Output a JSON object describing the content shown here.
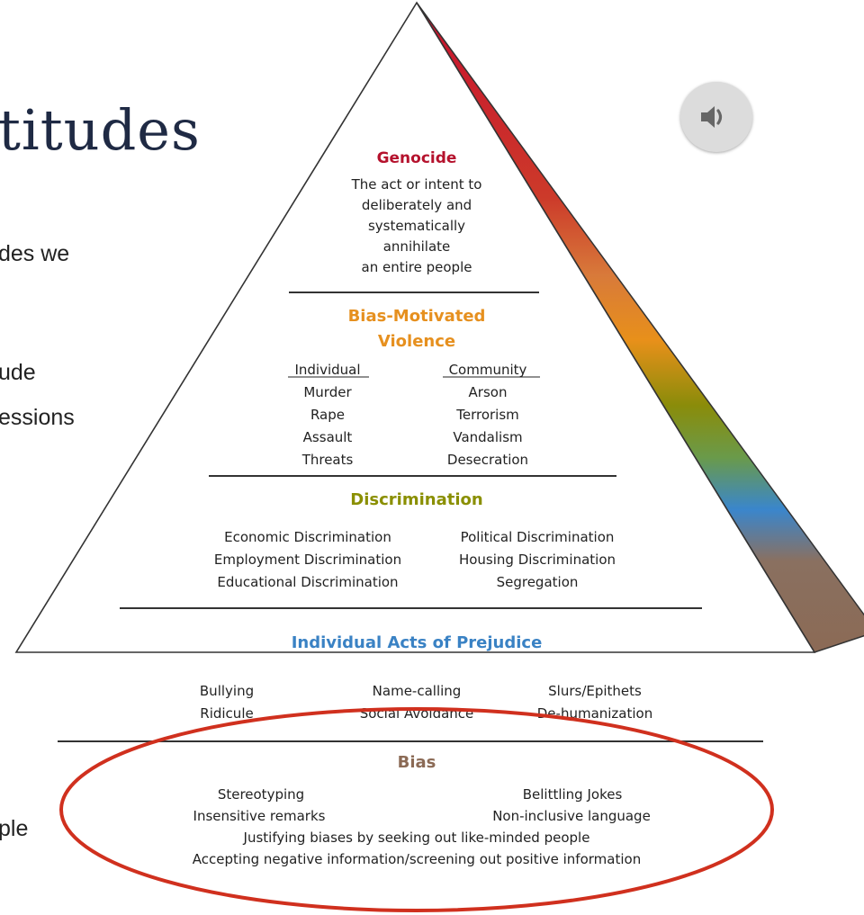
{
  "slide": {
    "title_fragment": "titudes",
    "text_fragments": [
      "des we",
      "ude",
      "essions",
      "ple"
    ]
  },
  "audio_button": {
    "icon": "speaker-icon"
  },
  "pyramid": {
    "genocide": {
      "heading": "Genocide",
      "lines": [
        "The act or intent to",
        "deliberately and",
        "systematically",
        "annihilate",
        "an entire people"
      ],
      "color": "#b5122d"
    },
    "violence": {
      "heading_line1": "Bias-Motivated",
      "heading_line2": "Violence",
      "color": "#e6901f",
      "individual": {
        "header": "Individual",
        "items": [
          "Murder",
          "Rape",
          "Assault",
          "Threats"
        ]
      },
      "community": {
        "header": "Community",
        "items": [
          "Arson",
          "Terrorism",
          "Vandalism",
          "Desecration"
        ]
      }
    },
    "discrimination": {
      "heading": "Discrimination",
      "color": "#8a8f00",
      "left": [
        "Economic Discrimination",
        "Employment Discrimination",
        "Educational Discrimination"
      ],
      "right": [
        "Political Discrimination",
        "Housing Discrimination",
        "Segregation"
      ]
    },
    "prejudice": {
      "heading": "Individual Acts of Prejudice",
      "color": "#3a82c4",
      "col1": [
        "Bullying",
        "Ridicule"
      ],
      "col2": [
        "Name-calling",
        "Social Avoidance"
      ],
      "col3": [
        "Slurs/Epithets",
        "De-humanization"
      ]
    },
    "bias": {
      "heading": "Bias",
      "color": "#8b6a55",
      "row1": [
        "Stereotyping",
        "Belittling Jokes"
      ],
      "row2": [
        "Insensitive remarks",
        "Non-inclusive language"
      ],
      "row3": "Justifying biases by seeking out like-minded people",
      "row4": "Accepting negative information/screening out positive information"
    }
  },
  "highlight_color": "#d0301e"
}
